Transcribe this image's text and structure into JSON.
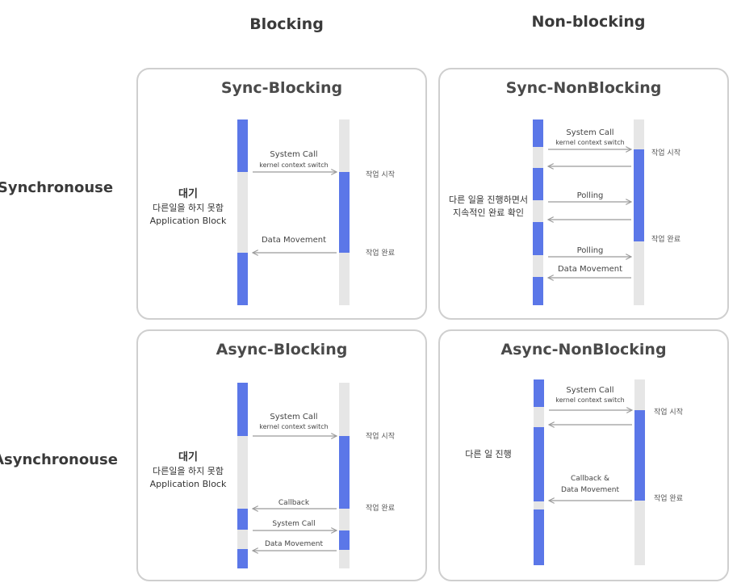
{
  "columns": {
    "blocking": "Blocking",
    "nonblocking": "Non-blocking"
  },
  "rows": {
    "sync": "Synchronouse",
    "async": "Asynchronouse"
  },
  "colors": {
    "active": "#5b77e8",
    "idle": "#e6e6e6",
    "arrow": "#9a9a9a",
    "border": "#cfcfcf"
  },
  "panels": {
    "sync_blocking": {
      "title": "Sync-Blocking",
      "note": {
        "head": "대기",
        "line1": "다른일을 하지 못함",
        "line2": "Application Block"
      },
      "msg1a": "System Call",
      "msg1b": "kernel context switch",
      "msg2": "Data Movement",
      "start": "작업 시작",
      "end": "작업 완료"
    },
    "sync_nonblocking": {
      "title": "Sync-NonBlocking",
      "note": {
        "line1": "다른 일을 진행하면서",
        "line2": "지속적인 완료 확인"
      },
      "msg1a": "System Call",
      "msg1b": "kernel context switch",
      "polling1": "Polling",
      "polling2": "Polling",
      "msg_data": "Data Movement",
      "start": "작업 시작",
      "end": "작업 완료"
    },
    "async_blocking": {
      "title": "Async-Blocking",
      "note": {
        "head": "대기",
        "line1": "다른일을 하지 못함",
        "line2": "Application Block"
      },
      "msg1a": "System Call",
      "msg1b": "kernel context switch",
      "callback": "Callback",
      "msg_sys2": "System Call",
      "msg_data": "Data Movement",
      "start": "작업 시작",
      "end": "작업 완료"
    },
    "async_nonblocking": {
      "title": "Async-NonBlocking",
      "note": {
        "line1": "다른 일 진행"
      },
      "msg1a": "System Call",
      "msg1b": "kernel context switch",
      "cb1": "Callback &",
      "cb2": "Data Movement",
      "start": "작업 시작",
      "end": "작업 완료"
    }
  }
}
